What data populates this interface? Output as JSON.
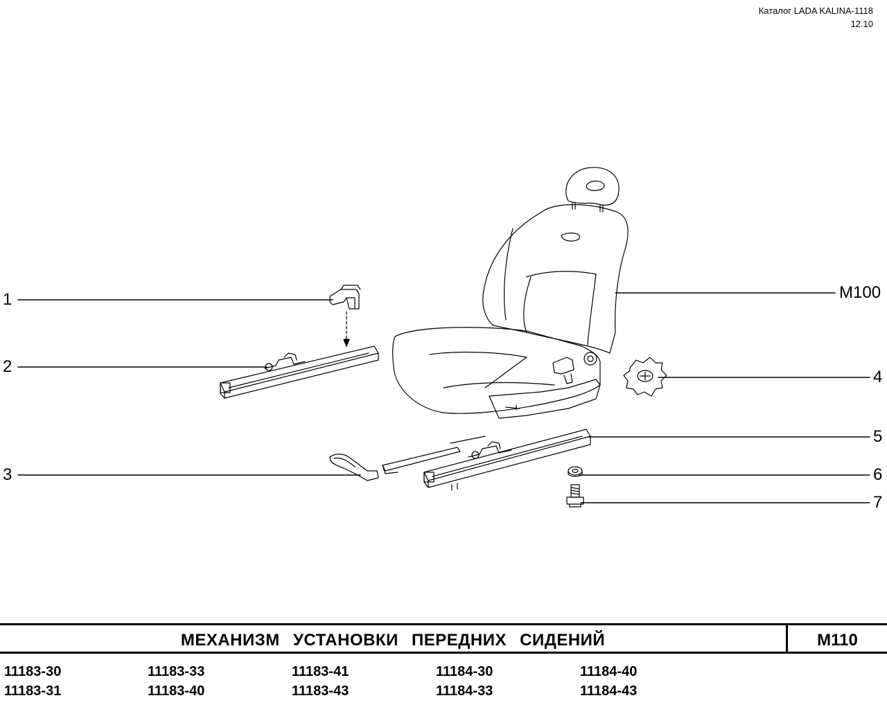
{
  "header": {
    "catalog": "Каталог LADA KALINA-1118",
    "date": "12.10"
  },
  "callouts": {
    "c1": "1",
    "c2": "2",
    "c3": "3",
    "c4": "4",
    "c5": "5",
    "c6": "6",
    "c7": "7",
    "ref": "M100"
  },
  "title": {
    "text": "МЕХАНИЗМ УСТАНОВКИ ПЕРЕДНИХ СИДЕНИЙ",
    "code": "M110"
  },
  "models": [
    "11183-30",
    "11183-33",
    "11183-41",
    "11184-30",
    "11184-40",
    "11183-31",
    "11183-40",
    "11183-43",
    "11184-33",
    "11184-43"
  ]
}
